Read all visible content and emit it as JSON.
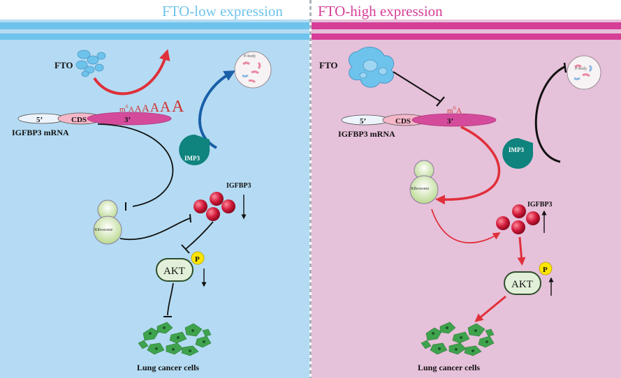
{
  "left_panel": {
    "title": "FTO-low expression",
    "fto_label": "FTO",
    "pbody_label": "P-body",
    "m6a_prefix": "m",
    "m6a_sup": "6",
    "m6a_tail_a": "A",
    "poly_a": [
      "A",
      "A",
      "A",
      "A",
      "A"
    ],
    "mrna_5": "5’",
    "mrna_cds": "CDS",
    "mrna_3": "3’",
    "mrna_label": "IGFBP3 mRNA",
    "imp3_label": "IMP3",
    "igfbp3_label": "IGFBP3",
    "ribosome_label": "Ribosome",
    "akt_label": "AKT",
    "p_label": "P",
    "cells_label": "Lung  cancer cells"
  },
  "right_panel": {
    "title": "FTO-high expression",
    "fto_label": "FTO",
    "pbody_label": "P-body",
    "m6a_prefix": "m",
    "m6a_sup": "6",
    "m6a_tail_a": "A",
    "mrna_5": "5’",
    "mrna_cds": "CDS",
    "mrna_3": "3’",
    "mrna_label": "IGFBP3 mRNA",
    "imp3_label": "IMP3",
    "igfbp3_label": "IGFBP3",
    "ribosome_label": "Ribosome",
    "akt_label": "AKT",
    "p_label": "P",
    "cells_label": "Lung  cancer cells"
  },
  "colors": {
    "left_bg": "#b4dbf3",
    "left_stripe": "#6ec3ec",
    "right_bg": "#e6c1da",
    "right_stripe": "#d63e97",
    "fto_blue": "#6ec3ec",
    "cds_pink": "#f4b7c8",
    "utr3_magenta": "#d44b9c",
    "imp3_teal": "#0f837d",
    "igfbp3_red": "#c8102e",
    "akt_green": "#e2f0d9",
    "p_yellow": "#ffe500",
    "arrow_red": "#e0303a",
    "arrow_blue": "#1a5fa8",
    "cell_green": "#3fa34d"
  },
  "icons": {
    "fto": "fto-cluster-icon",
    "pbody": "p-body-icon",
    "imp3": "imp3-protein-icon",
    "ribosome": "ribosome-icon",
    "igfbp3": "igfbp3-protein-icon",
    "akt": "akt-protein-icon",
    "phosphate": "phosphate-icon",
    "cells": "lung-cancer-cells-icon"
  }
}
